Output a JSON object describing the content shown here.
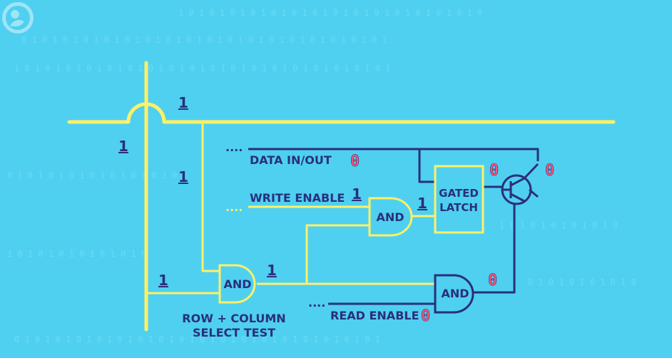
{
  "colors": {
    "background": "#4fd0f0",
    "wire_yellow": "#fff066",
    "wire_navy": "#2a2f7d",
    "gate_fill": "#4fd0f0",
    "zero_red": "#ff5577"
  },
  "logo": {
    "icon": "pbs-logo-icon"
  },
  "labels": {
    "data_in_out": "DATA IN/OUT",
    "write_enable": "WRITE ENABLE",
    "read_enable": "READ ENABLE",
    "row_column_line1": "ROW + COLUMN",
    "row_column_line2": "SELECT TEST",
    "gated_latch_line1": "GATED",
    "gated_latch_line2": "LATCH",
    "and_gate": "AND",
    "dots": "...."
  },
  "signals": {
    "horizontal_wire": "1",
    "vertical_wire": "1",
    "row_branch": "1",
    "row_input": "1",
    "select_output": "1",
    "write_enable": "1",
    "latch_input": "1",
    "data_in_out": "0",
    "latch_output": "0",
    "transistor_output": "0",
    "read_and_output": "0",
    "read_enable": "0"
  }
}
